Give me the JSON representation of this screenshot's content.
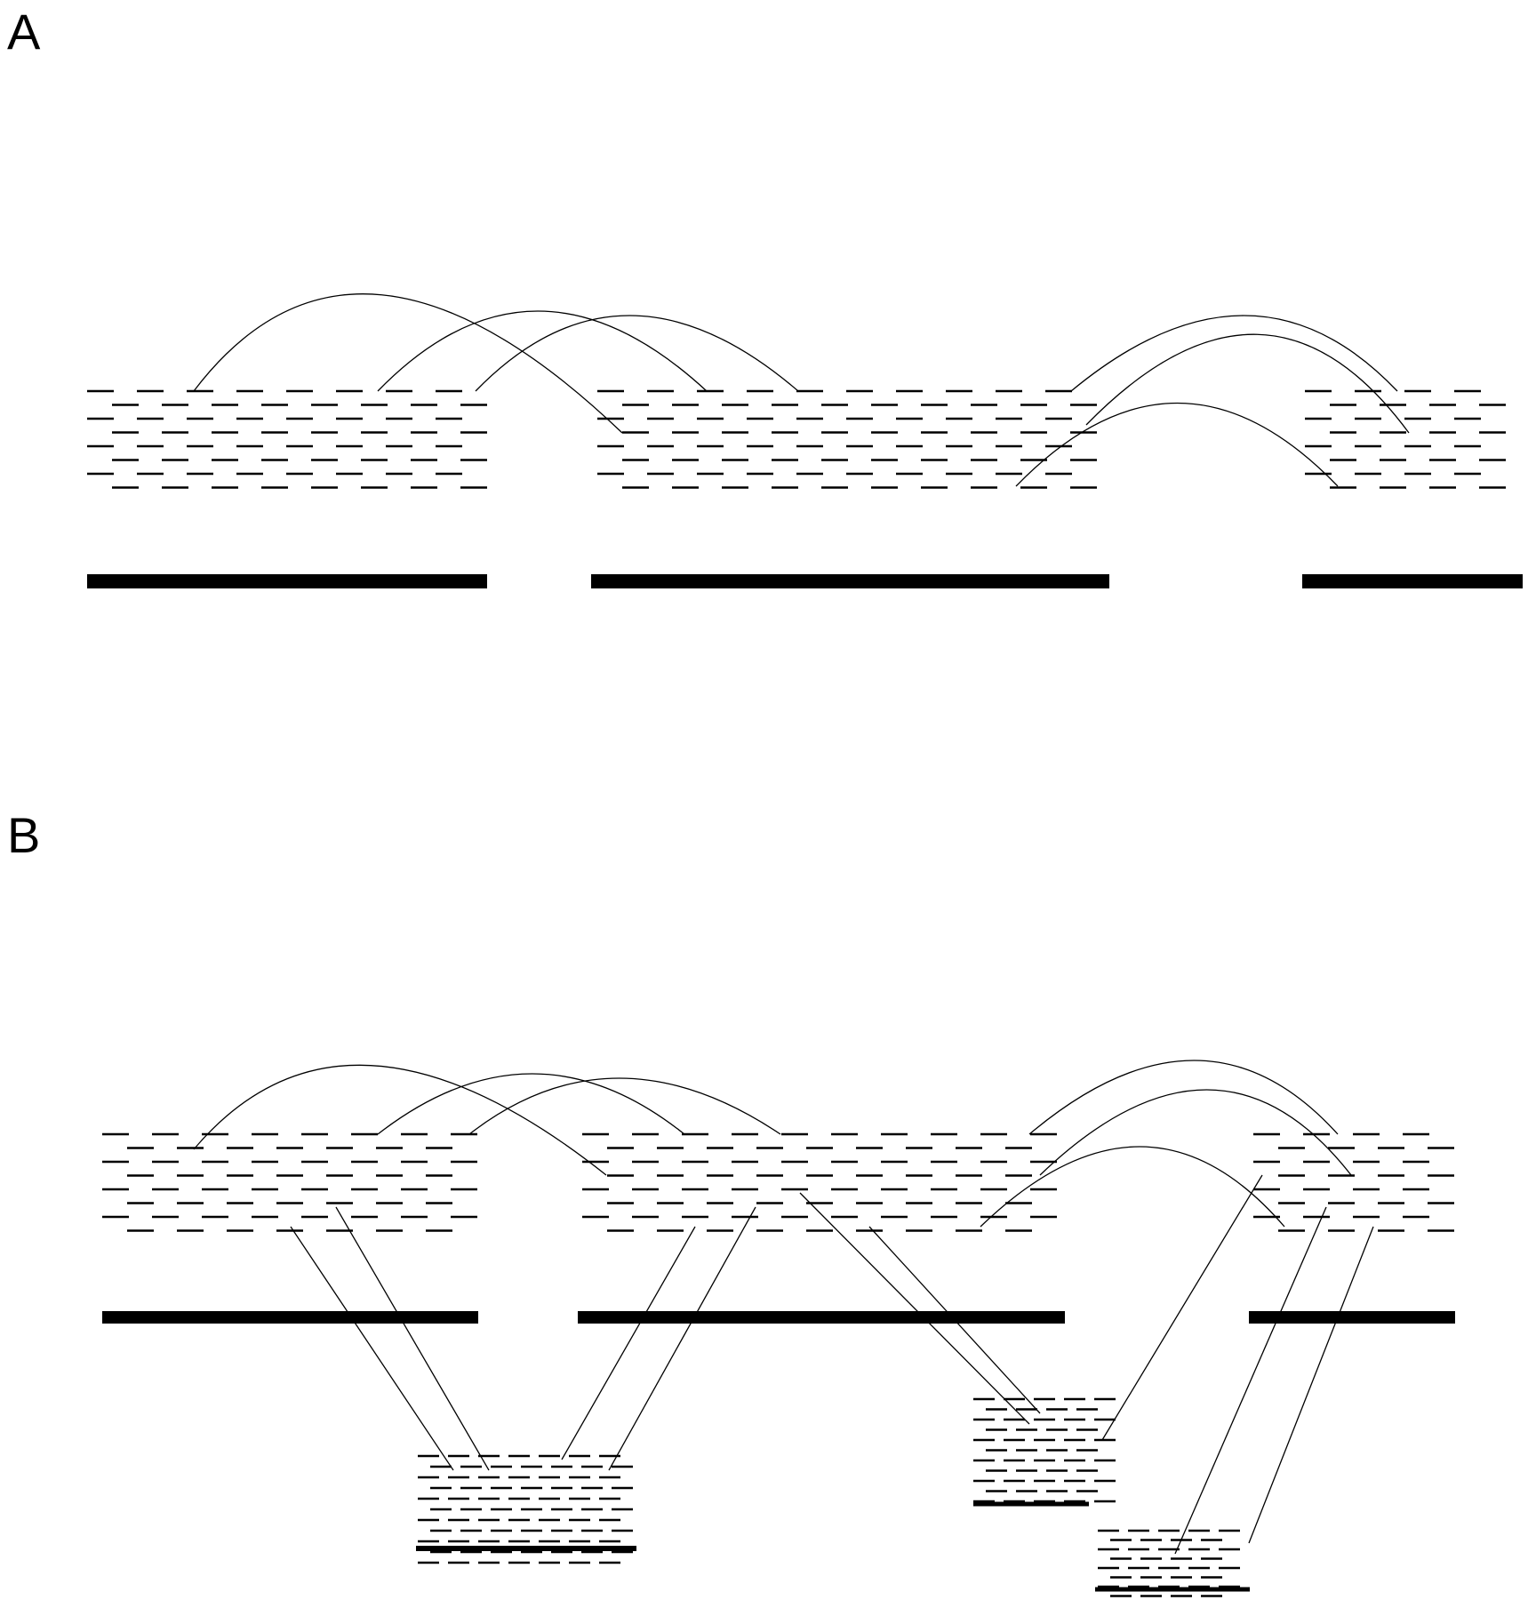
{
  "panels": [
    {
      "id": "A",
      "label": "A"
    },
    {
      "id": "B",
      "label": "B"
    }
  ],
  "colors": {
    "ink": "#000000",
    "background": "#ffffff"
  }
}
